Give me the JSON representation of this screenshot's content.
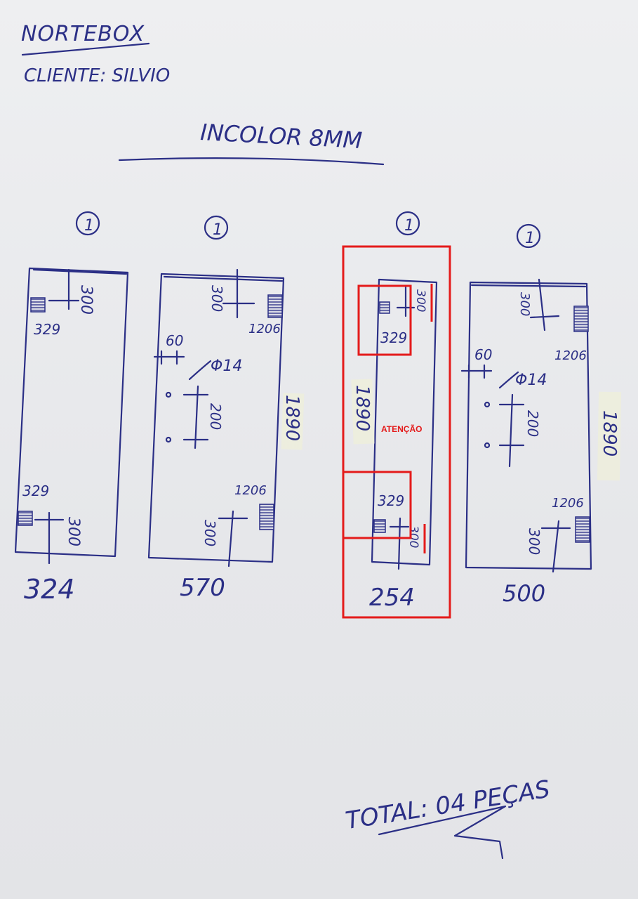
{
  "header": {
    "company": "NORTEBOX",
    "client": "CLIENTE: SILVIO",
    "glass_spec": "INCOLOR 8MM"
  },
  "pieces": [
    {
      "quantity": "1",
      "width": "324",
      "top_offset": "300",
      "top_hinge_width": "329",
      "bottom_offset": "300",
      "bottom_hinge_width": "329"
    },
    {
      "quantity": "1",
      "width": "570",
      "height": "1890",
      "top_offset": "300",
      "top_hinge": "1206",
      "hole_edge": "60",
      "hole_diameter": "Φ14",
      "hole_spacing": "200",
      "bottom_hinge": "1206",
      "bottom_offset": "300"
    },
    {
      "quantity": "1",
      "width": "254",
      "height": "1890",
      "top_offset": "300",
      "top_hinge_width": "329",
      "bottom_hinge_width": "329",
      "bottom_offset": "300",
      "warning": "ATENÇÃO"
    },
    {
      "quantity": "1",
      "width": "500",
      "height": "1890",
      "top_offset": "300",
      "top_hinge": "1206",
      "hole_edge": "60",
      "hole_diameter": "Φ14",
      "hole_spacing": "200",
      "bottom_hinge": "1206",
      "bottom_offset": "300"
    }
  ],
  "footer": {
    "total": "TOTAL: 04 PEÇAS"
  },
  "colors": {
    "ink": "#2b2f86",
    "annotation": "#e41b1b",
    "paper": "#eeeff1"
  }
}
